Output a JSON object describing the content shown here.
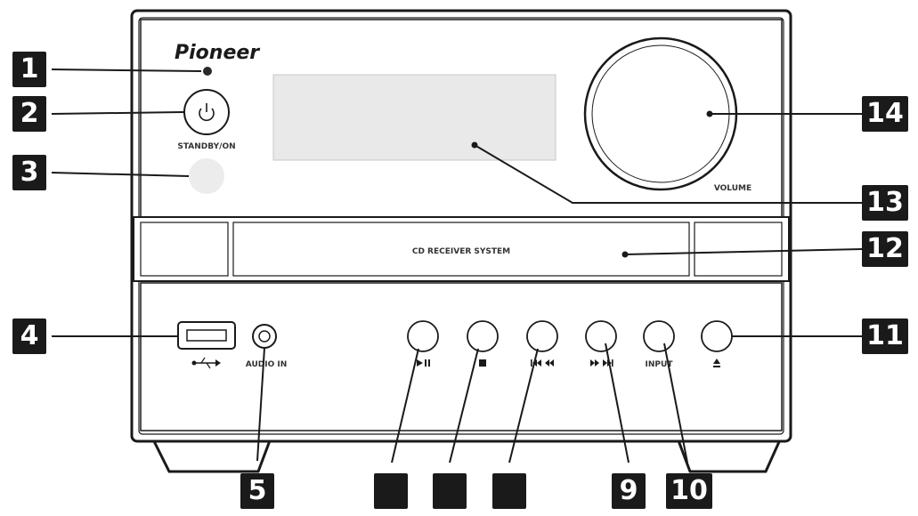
{
  "device": {
    "brand": "Pioneer",
    "power_label": "STANDBY/ON",
    "volume_label": "VOLUME",
    "tray_label": "CD RECEIVER SYSTEM",
    "audio_in_label": "AUDIO IN",
    "input_label": "INPUT"
  },
  "callouts": {
    "c1": "1",
    "c2": "2",
    "c3": "3",
    "c4": "4",
    "c5": "5",
    "c6": "",
    "c7": "",
    "c8": "",
    "c9": "9",
    "c10": "10",
    "c11": "11",
    "c12": "12",
    "c13": "13",
    "c14": "14"
  },
  "icons": {
    "power": "power-icon",
    "usb": "usb-icon",
    "play_pause": "play-pause-icon",
    "stop": "stop-icon",
    "prev": "previous-rewind-icon",
    "next": "fastforward-next-icon",
    "eject": "eject-icon"
  },
  "colors": {
    "line": "#1a1a1a",
    "panel": "#ffffff",
    "display": "#e9e9e9",
    "sensor": "#ececec"
  }
}
